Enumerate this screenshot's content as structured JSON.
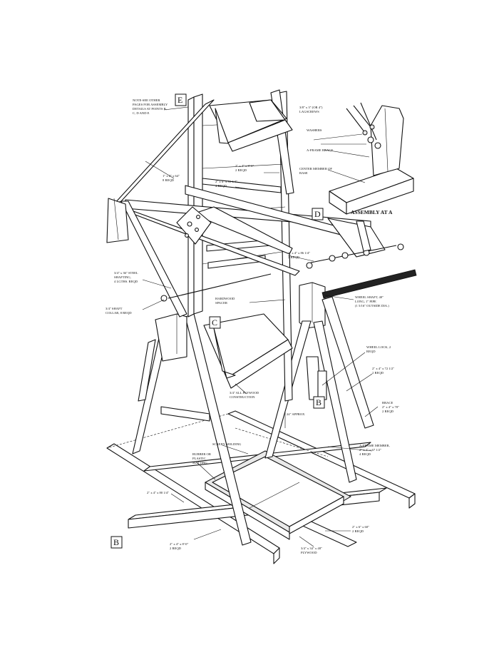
{
  "notes": {
    "note": [
      "NOTE-SEE OTHER",
      "PAGES FOR ASSEMBLY",
      "DETAILS AT POINTS B,",
      "C, D AND E"
    ],
    "brace_lumber": [
      "1\" x 2\" x 64\"",
      "8 REQD"
    ],
    "upright": [
      "2\" x 4\" x 8'-0\"",
      "2 REQD"
    ],
    "rung": [
      "2\" x 4\" x 31 1/4\"",
      "4 REQD"
    ],
    "shaft_steel": [
      "3/4\" x 36\" STEEL",
      "SHAFTING,",
      "4 LGTHS. REQD"
    ],
    "shaft_collar": [
      "3/4\" SHAFT",
      "COLLAR, 8 REQD"
    ],
    "hardwood_spacer": [
      "HARDWOOD",
      "SPACER"
    ],
    "axle_label": [
      "2\" x 4\" x 86 1/4\"",
      "2 REQD"
    ],
    "wheel_shaft": [
      "WHEEL SHAFT, 40\"",
      "LONG, 1\" PIPE",
      "(1 5/16\" OUTSIDE DIA.)"
    ],
    "wheel_lock": [
      "WHEEL LOCK, 2",
      "REQD"
    ],
    "frame_leg": [
      "2\" x 4\" x 72 1/2\"",
      "2 REQD"
    ],
    "plywood_construction": [
      "3/4\" ALL PLYWOOD",
      "CONSTRUCTION"
    ],
    "approx": "24\" APPROX",
    "brace": [
      "BRACE",
      "2\" x 4\" x 70\"",
      "2 REQD"
    ],
    "aframe_member": [
      "A-FRAME MEMBER,",
      "2\" x 4\" x 67 1/2\"",
      "4 REQD"
    ],
    "screen_molding": "SCREEN MOLDING",
    "rubber": [
      "RUBBER OR",
      "PLASTIC",
      "MATTING"
    ],
    "base_short": "2\" x 4\" x 80 1/4\"",
    "base_long": [
      "2\" x 4\" x 8'-0\"",
      "2 REQD"
    ],
    "base_right": [
      "2\" x 6\" x 60\"",
      "2 REQD"
    ],
    "plywood": [
      "3/4\" x 34\" x 48\"",
      "PLYWOOD"
    ],
    "lagscrews": [
      "3/8\" x 3\" (OR 4\")",
      "LAGSCREWS"
    ],
    "washers": "WASHERS",
    "aframe_brace": "A-FRAME BRACE",
    "center_member": [
      "CENTER MEMBER OF",
      "BASE"
    ],
    "assembly_title": "ASSEMBLY AT A"
  },
  "callouts": {
    "B1": "B",
    "B2": "B",
    "C": "C",
    "D": "D",
    "E": "E"
  }
}
